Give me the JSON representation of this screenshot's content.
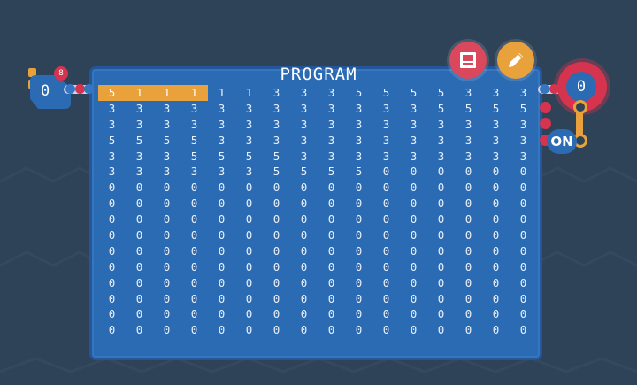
{
  "panel": {
    "title": "PROGRAM",
    "rows": [
      [
        "5",
        "1",
        "1",
        "1",
        "1",
        "1",
        "3",
        "3",
        "3",
        "5",
        "5",
        "5",
        "5",
        "3",
        "3",
        "3"
      ],
      [
        "3",
        "3",
        "3",
        "3",
        "3",
        "3",
        "3",
        "3",
        "3",
        "3",
        "3",
        "3",
        "5",
        "5",
        "5",
        "5"
      ],
      [
        "3",
        "3",
        "3",
        "3",
        "3",
        "3",
        "3",
        "3",
        "3",
        "3",
        "3",
        "3",
        "3",
        "3",
        "3",
        "3"
      ],
      [
        "5",
        "5",
        "5",
        "5",
        "3",
        "3",
        "3",
        "3",
        "3",
        "3",
        "3",
        "3",
        "3",
        "3",
        "3",
        "3"
      ],
      [
        "3",
        "3",
        "3",
        "5",
        "5",
        "5",
        "5",
        "3",
        "3",
        "3",
        "3",
        "3",
        "3",
        "3",
        "3",
        "3"
      ],
      [
        "3",
        "3",
        "3",
        "3",
        "3",
        "3",
        "5",
        "5",
        "5",
        "5",
        "0",
        "0",
        "0",
        "0",
        "0",
        "0"
      ],
      [
        "0",
        "0",
        "0",
        "0",
        "0",
        "0",
        "0",
        "0",
        "0",
        "0",
        "0",
        "0",
        "0",
        "0",
        "0",
        "0"
      ],
      [
        "0",
        "0",
        "0",
        "0",
        "0",
        "0",
        "0",
        "0",
        "0",
        "0",
        "0",
        "0",
        "0",
        "0",
        "0",
        "0"
      ],
      [
        "0",
        "0",
        "0",
        "0",
        "0",
        "0",
        "0",
        "0",
        "0",
        "0",
        "0",
        "0",
        "0",
        "0",
        "0",
        "0"
      ],
      [
        "0",
        "0",
        "0",
        "0",
        "0",
        "0",
        "0",
        "0",
        "0",
        "0",
        "0",
        "0",
        "0",
        "0",
        "0",
        "0"
      ],
      [
        "0",
        "0",
        "0",
        "0",
        "0",
        "0",
        "0",
        "0",
        "0",
        "0",
        "0",
        "0",
        "0",
        "0",
        "0",
        "0"
      ],
      [
        "0",
        "0",
        "0",
        "0",
        "0",
        "0",
        "0",
        "0",
        "0",
        "0",
        "0",
        "0",
        "0",
        "0",
        "0",
        "0"
      ],
      [
        "0",
        "0",
        "0",
        "0",
        "0",
        "0",
        "0",
        "0",
        "0",
        "0",
        "0",
        "0",
        "0",
        "0",
        "0",
        "0"
      ],
      [
        "0",
        "0",
        "0",
        "0",
        "0",
        "0",
        "0",
        "0",
        "0",
        "0",
        "0",
        "0",
        "0",
        "0",
        "0",
        "0"
      ],
      [
        "0",
        "0",
        "0",
        "0",
        "0",
        "0",
        "0",
        "0",
        "0",
        "0",
        "0",
        "0",
        "0",
        "0",
        "0",
        "0"
      ],
      [
        "0",
        "0",
        "0",
        "0",
        "0",
        "0",
        "0",
        "0",
        "0",
        "0",
        "0",
        "0",
        "0",
        "0",
        "0",
        "0"
      ]
    ],
    "highlight": {
      "row": 0,
      "cols": [
        0,
        1,
        2,
        3
      ]
    }
  },
  "input": {
    "value": "0",
    "badge": "8"
  },
  "output": {
    "value": "0"
  },
  "toggle": {
    "label": "ON"
  },
  "buttons": {
    "save_icon": "save-icon",
    "edit_icon": "pencil-icon"
  },
  "colors": {
    "background": "#2f4358",
    "panel": "#2b6bb3",
    "highlight": "#e9a23b",
    "accent_red": "#d6344e",
    "accent_orange": "#e9a23b"
  }
}
